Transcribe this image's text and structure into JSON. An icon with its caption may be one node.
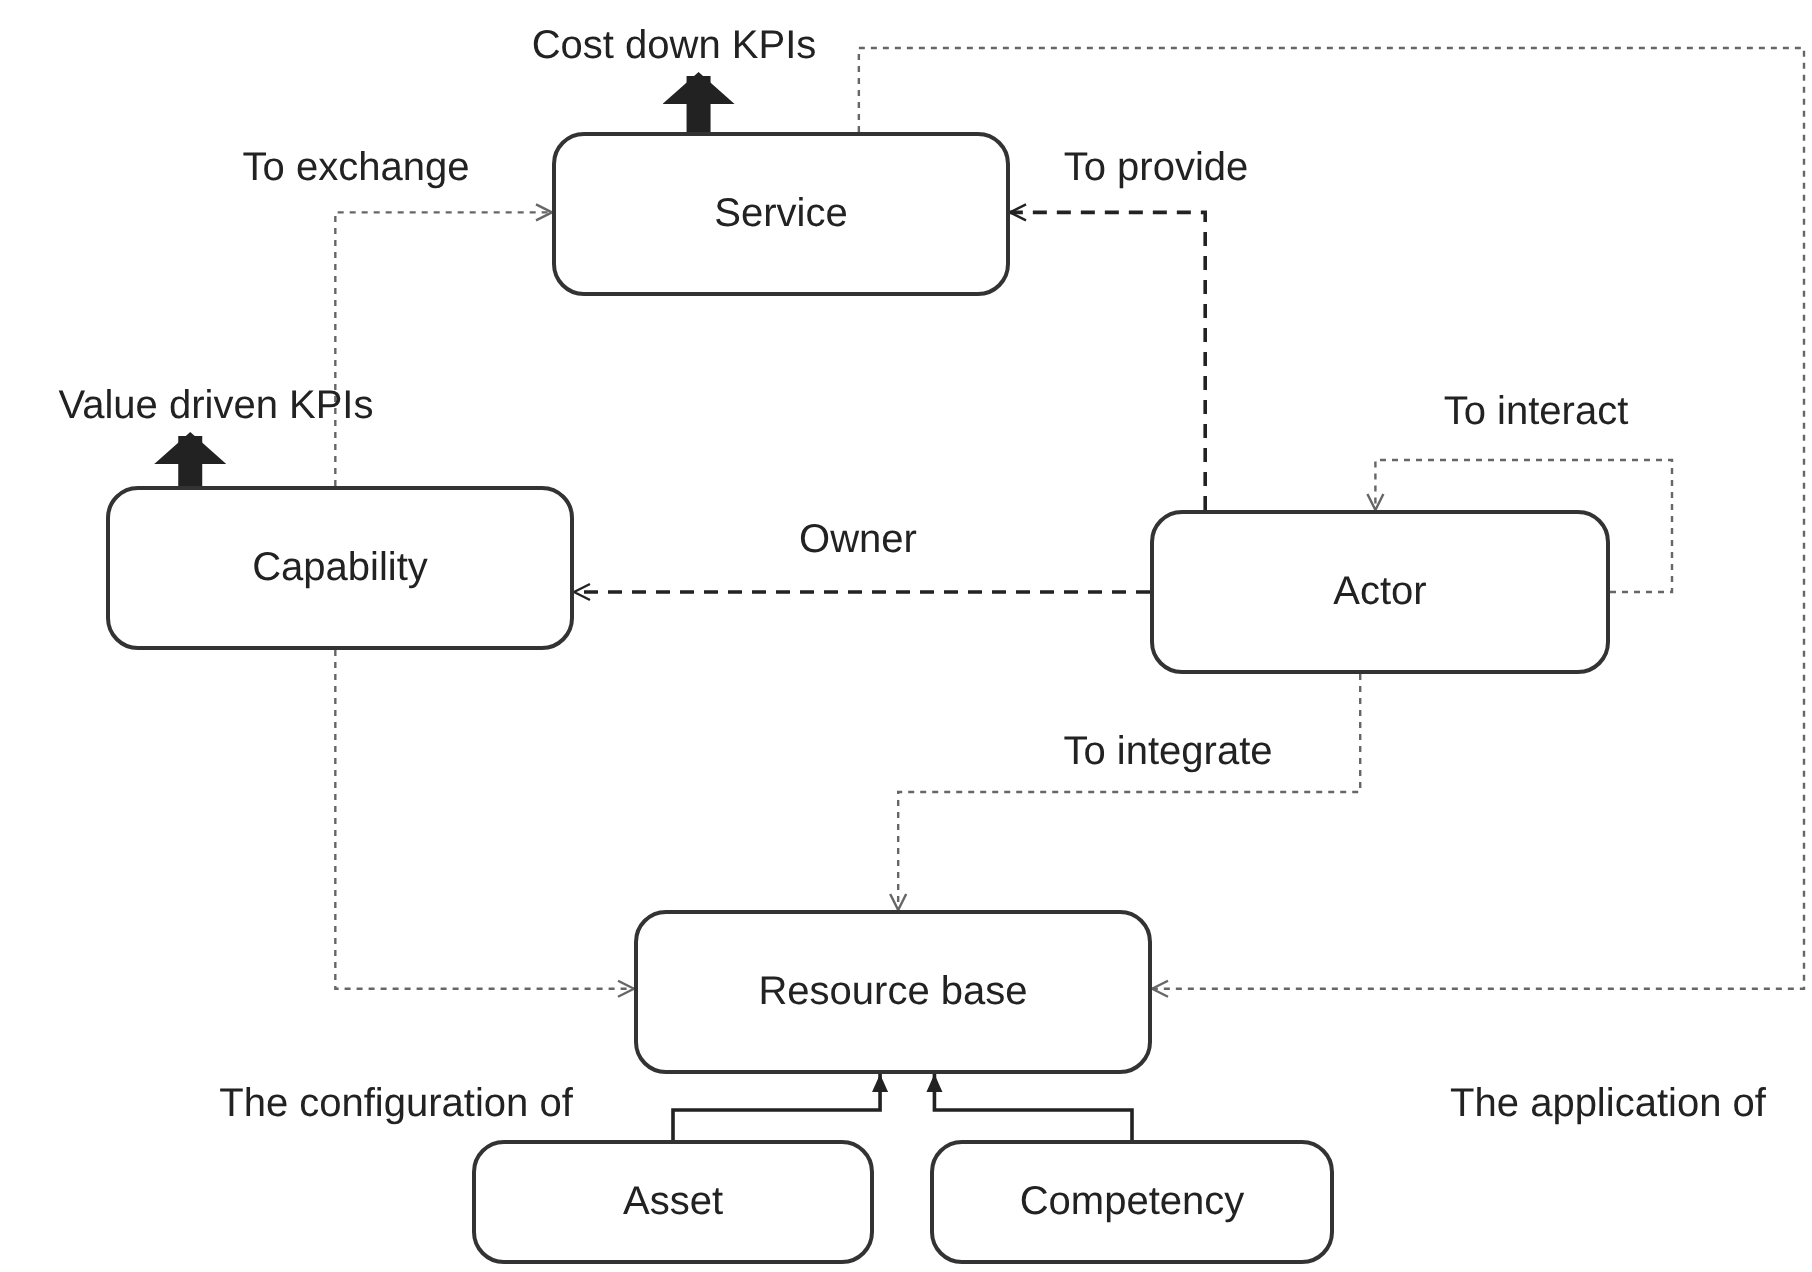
{
  "diagram": {
    "nodes": [
      {
        "text": [
          "Service"
        ]
      },
      {
        "text": [
          "Capability"
        ]
      },
      {
        "text": [
          "Actor"
        ]
      },
      {
        "text": [
          "Resource base"
        ]
      },
      {
        "text": [
          "Asset"
        ]
      },
      {
        "text": [
          "Competency"
        ]
      },
      {
        "text": [
          "Cost down KPIs"
        ]
      },
      {
        "text": [
          "Value driven KPIs"
        ]
      }
    ],
    "edges": [
      {
        "from": 1,
        "to": 0,
        "arrow": "to",
        "label": "To exchange",
        "style": "dashed",
        "color": "#666666"
      },
      {
        "from": 2,
        "to": 0,
        "arrow": "to",
        "label": "To provide",
        "style": "dashed"
      },
      {
        "from": 2,
        "to": 1,
        "arrow": "to",
        "label": "Owner",
        "style": "dashed"
      },
      {
        "from": 2,
        "to": 2,
        "arrow": "to",
        "label": "To interact",
        "style": "dashed",
        "color": "#666666"
      },
      {
        "from": 2,
        "to": 3,
        "arrow": "to",
        "label": "To integrate",
        "style": "dashed",
        "color": "#666666"
      },
      {
        "from": 1,
        "to": 3,
        "arrow": "to",
        "label": "The configuration of",
        "style": "dashed",
        "color": "#666666"
      },
      {
        "from": 0,
        "to": 3,
        "arrow": "to",
        "label": "The application of",
        "style": "dashed",
        "color": "#666666"
      },
      {
        "from": 4,
        "to": 3,
        "arrow": "to"
      },
      {
        "from": 5,
        "to": 3,
        "arrow": "to"
      },
      {
        "from": 0,
        "to": 6,
        "arrow": "to",
        "style": "thick"
      },
      {
        "from": 1,
        "to": 7,
        "arrow": "to",
        "style": "thick"
      }
    ]
  }
}
